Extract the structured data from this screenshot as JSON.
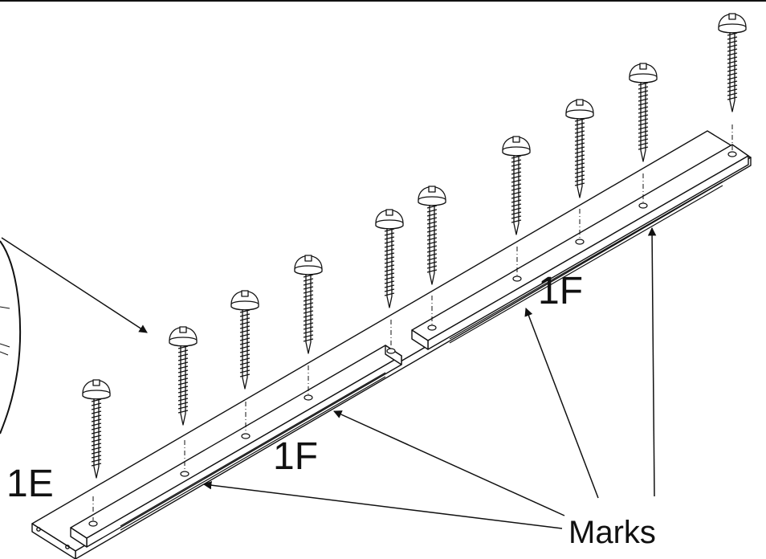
{
  "labels": {
    "part_1e": "1E",
    "part_1f_a": "1F",
    "part_1f_b": "1F",
    "marks": "Marks"
  },
  "colors": {
    "line": "#111111",
    "background": "#ffffff"
  },
  "icons": [
    "screw-icon",
    "arrow-icon",
    "detail-magnifier-circle"
  ]
}
